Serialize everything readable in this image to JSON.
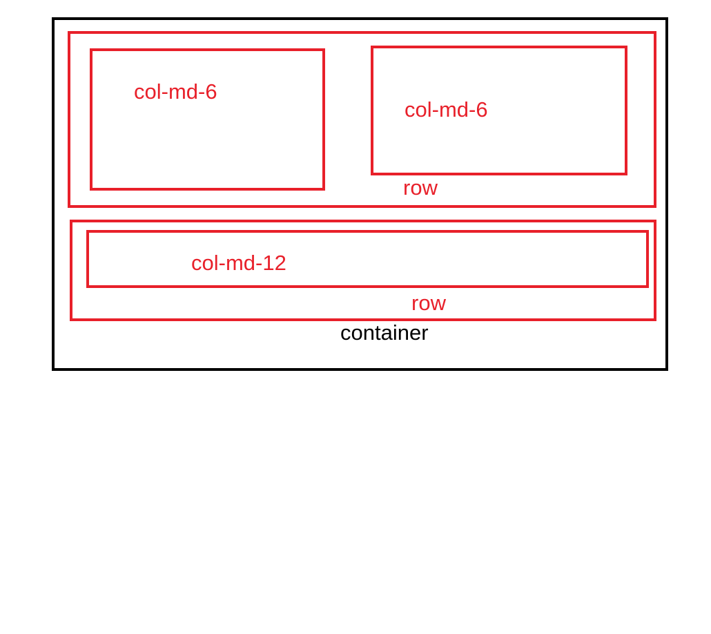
{
  "diagram": {
    "colors": {
      "outline_red": "#e8202a",
      "outline_black": "#000000",
      "background": "#ffffff"
    },
    "container": {
      "label": "container"
    },
    "rows": [
      {
        "label": "row",
        "columns": [
          {
            "label": "col-md-6"
          },
          {
            "label": "col-md-6"
          }
        ]
      },
      {
        "label": "row",
        "columns": [
          {
            "label": "col-md-12"
          }
        ]
      }
    ]
  }
}
